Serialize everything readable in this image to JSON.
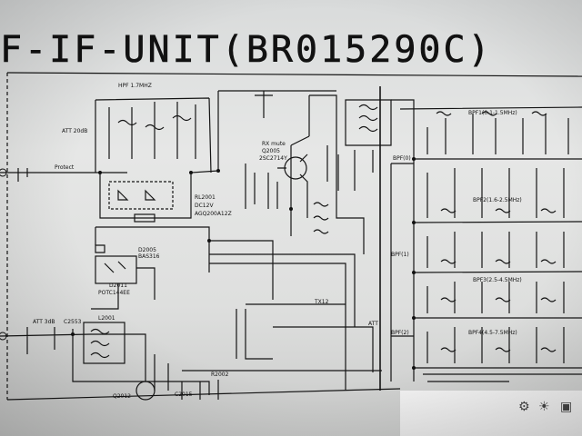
{
  "title": "F-IF-UNIT(BR015290C)",
  "labels": {
    "hpf": "HPF 1.7MHZ",
    "att_top": "ATT 20dB",
    "protect": "Protect",
    "rl": "RL2001",
    "rl_dc": "DC12V",
    "rl_part": "AGQ200A12Z",
    "d2005": "D2005",
    "d2005_part": "BAS316",
    "d2011": "D2011",
    "d2011_part": "POTC144EE",
    "rxmute": "RX mute",
    "q2005": "Q2005",
    "q2005_part": "2SC2714Y",
    "bpf0": "BPF(0)",
    "bpf1": "BPF1(0.1-1.5MHz)",
    "bpf2": "BPF2(1.6-2.5MHz)",
    "bpf3": "BPF3(2.5-4.5MHz)",
    "bpf4": "BPF4(4.5-7.5MHz)",
    "bpf_a": "BPF(1)",
    "bpf_b": "BPF(2)",
    "att_bottom": "ATT 3dB",
    "tx12": "TX12",
    "att_net": "ATT",
    "l2001": "L2001",
    "q2012": "Q2012",
    "c2015": "C2015",
    "r2002": "R2002",
    "c2553": "C2553"
  },
  "footer_icons": [
    "settings-icon",
    "sun-icon",
    "window-icon"
  ]
}
